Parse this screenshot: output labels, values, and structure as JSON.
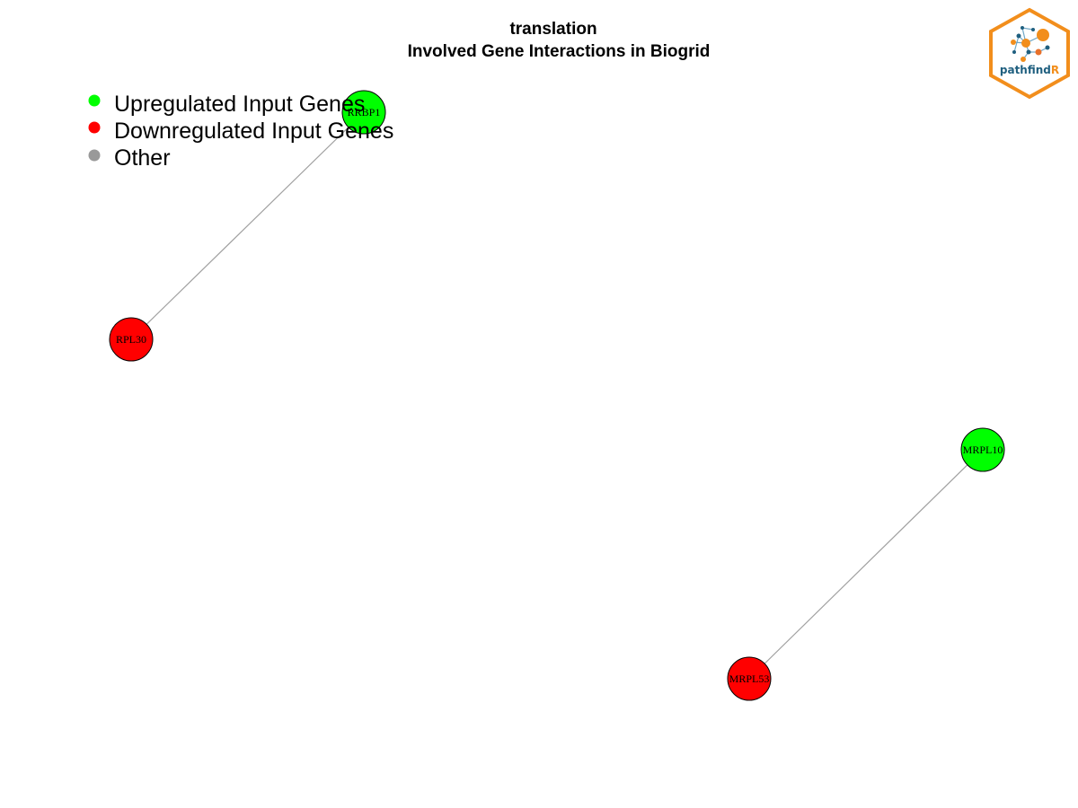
{
  "title": {
    "line1": "translation",
    "line2": "Involved Gene Interactions in Biogrid"
  },
  "legend": {
    "items": [
      {
        "label": "Upregulated Input Genes",
        "color": "#00FF00"
      },
      {
        "label": "Downregulated Input Genes",
        "color": "#FF0000"
      },
      {
        "label": "Other",
        "color": "#999999"
      }
    ]
  },
  "colors": {
    "upregulated": "#00FF00",
    "downregulated": "#FF0000",
    "other": "#999999",
    "edge": "#A0A0A0",
    "logo_orange": "#F28E1C",
    "logo_blue": "#1F5F7F"
  },
  "network": {
    "nodes": [
      {
        "id": "RRBP1",
        "label": "RRBP1",
        "regulation": "upregulated"
      },
      {
        "id": "RPL30",
        "label": "RPL30",
        "regulation": "downregulated"
      },
      {
        "id": "MRPL10",
        "label": "MRPL10",
        "regulation": "upregulated"
      },
      {
        "id": "MRPL53",
        "label": "MRPL53",
        "regulation": "downregulated"
      }
    ],
    "edges": [
      {
        "source": "RRBP1",
        "target": "RPL30"
      },
      {
        "source": "MRPL10",
        "target": "MRPL53"
      }
    ]
  },
  "logo": {
    "text_main": "pathfind",
    "text_accent": "R",
    "icon": "network-hexagon-icon"
  }
}
